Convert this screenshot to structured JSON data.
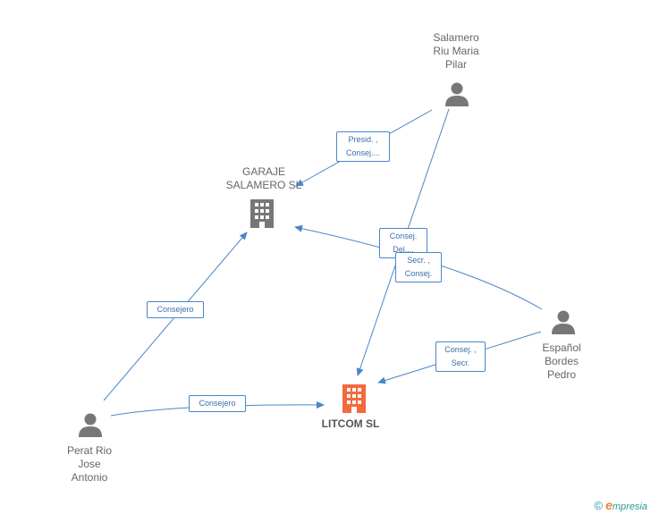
{
  "nodes": {
    "salamero_riu": {
      "label": "Salamero\nRiu Maria\nPilar",
      "type": "person"
    },
    "garaje": {
      "label": "GARAJE\nSALAMERO  SL",
      "type": "company"
    },
    "espanol": {
      "label": "Español\nBordes\nPedro",
      "type": "person"
    },
    "perat": {
      "label": "Perat Rio\nJose\nAntonio",
      "type": "person"
    },
    "litcom": {
      "label": "LITCOM SL",
      "type": "company-main"
    }
  },
  "edges": {
    "presid": "Presid. ,\nConsej....",
    "consej_del": "Consej.\nDel....",
    "secr_consej": "Secr. ,\nConsej.",
    "consej_secr": "Consej. ,\nSecr.",
    "consejero_garaje": "Consejero",
    "consejero_litcom": "Consejero"
  },
  "colors": {
    "edge": "#4a86c8",
    "person_icon": "#777777",
    "company_icon": "#777777",
    "main_company_icon": "#f26a3c"
  },
  "brand": {
    "copyright": "©",
    "e": "e",
    "rest": "mpresia"
  }
}
